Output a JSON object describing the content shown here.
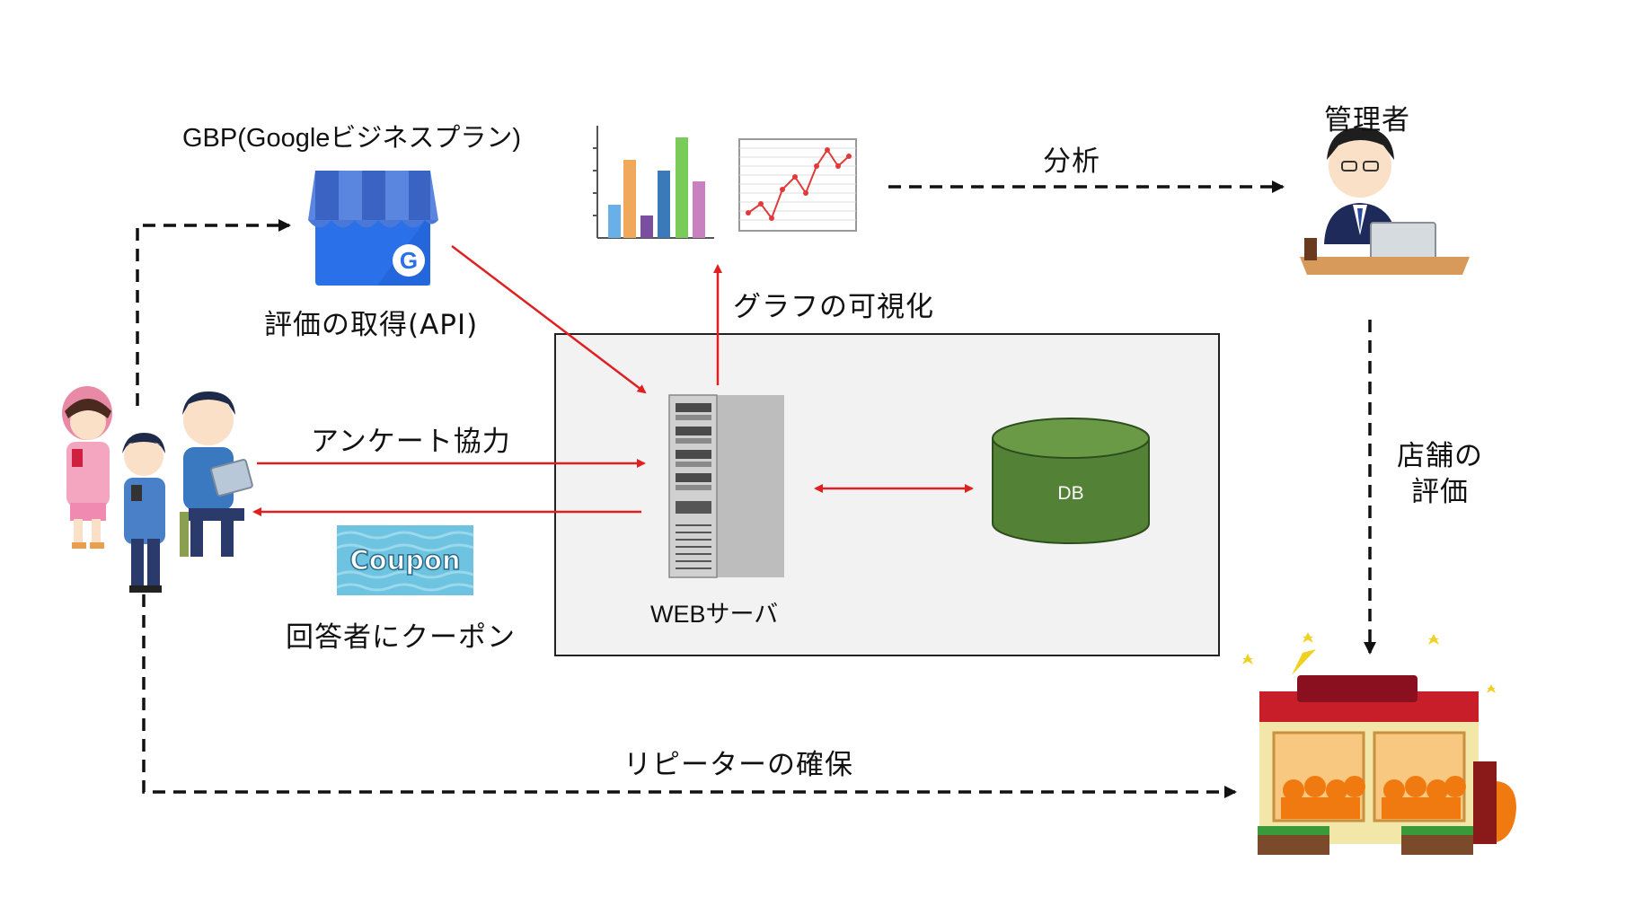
{
  "labels": {
    "gbp_title": "GBP(Googleビジネスプラン)",
    "gbp_caption": "評価の取得(API)",
    "survey": "アンケート協力",
    "coupon_caption": "回答者にクーポン",
    "coupon_word": "Coupon",
    "server": "WEBサーバ",
    "db": "DB",
    "graph": "グラフの可視化",
    "analysis": "分析",
    "admin": "管理者",
    "store_eval_line1": "店舗の",
    "store_eval_line2": "評価",
    "repeater": "リピーターの確保",
    "gbp_logo_letter": "G"
  },
  "colors": {
    "red_arrow": "#e02020",
    "dash_arrow": "#111111",
    "db_fill": "#538135",
    "box_fill": "#f2f2f2"
  },
  "icons": [
    "customers-illustration",
    "gbp-store-icon",
    "bar-chart-icon",
    "line-chart-icon",
    "server-rack-icon",
    "database-cylinder",
    "admin-person-illustration",
    "shop-illustration",
    "coupon-icon"
  ]
}
